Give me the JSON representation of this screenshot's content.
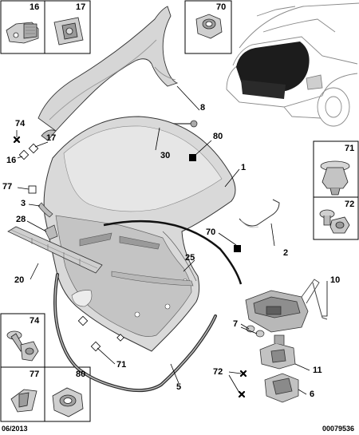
{
  "footer": {
    "date": "06/2013",
    "reference": "00079536"
  },
  "inset_boxes": [
    {
      "id": "box-16",
      "number": "16"
    },
    {
      "id": "box-17",
      "number": "17"
    },
    {
      "id": "box-70",
      "number": "70"
    },
    {
      "id": "box-71",
      "number": "71"
    },
    {
      "id": "box-72",
      "number": "72"
    },
    {
      "id": "box-74",
      "number": "74"
    },
    {
      "id": "box-77",
      "number": "77"
    },
    {
      "id": "box-80",
      "number": "80"
    }
  ],
  "callouts": [
    {
      "id": "c-8",
      "label": "8"
    },
    {
      "id": "c-74",
      "label": "74"
    },
    {
      "id": "c-17",
      "label": "17"
    },
    {
      "id": "c-16",
      "label": "16"
    },
    {
      "id": "c-30",
      "label": "30"
    },
    {
      "id": "c-80",
      "label": "80"
    },
    {
      "id": "c-1",
      "label": "1"
    },
    {
      "id": "c-77",
      "label": "77"
    },
    {
      "id": "c-3",
      "label": "3"
    },
    {
      "id": "c-28",
      "label": "28"
    },
    {
      "id": "c-70",
      "label": "70"
    },
    {
      "id": "c-2",
      "label": "2"
    },
    {
      "id": "c-25",
      "label": "25"
    },
    {
      "id": "c-20",
      "label": "20"
    },
    {
      "id": "c-10",
      "label": "10"
    },
    {
      "id": "c-7",
      "label": "7"
    },
    {
      "id": "c-71",
      "label": "71"
    },
    {
      "id": "c-72",
      "label": "72"
    },
    {
      "id": "c-11",
      "label": "11"
    },
    {
      "id": "c-5",
      "label": "5"
    },
    {
      "id": "c-6",
      "label": "6"
    }
  ],
  "colors": {
    "panel": "#dadada",
    "panel_shade": "#b8b8b8",
    "line": "#1a1a1a"
  }
}
